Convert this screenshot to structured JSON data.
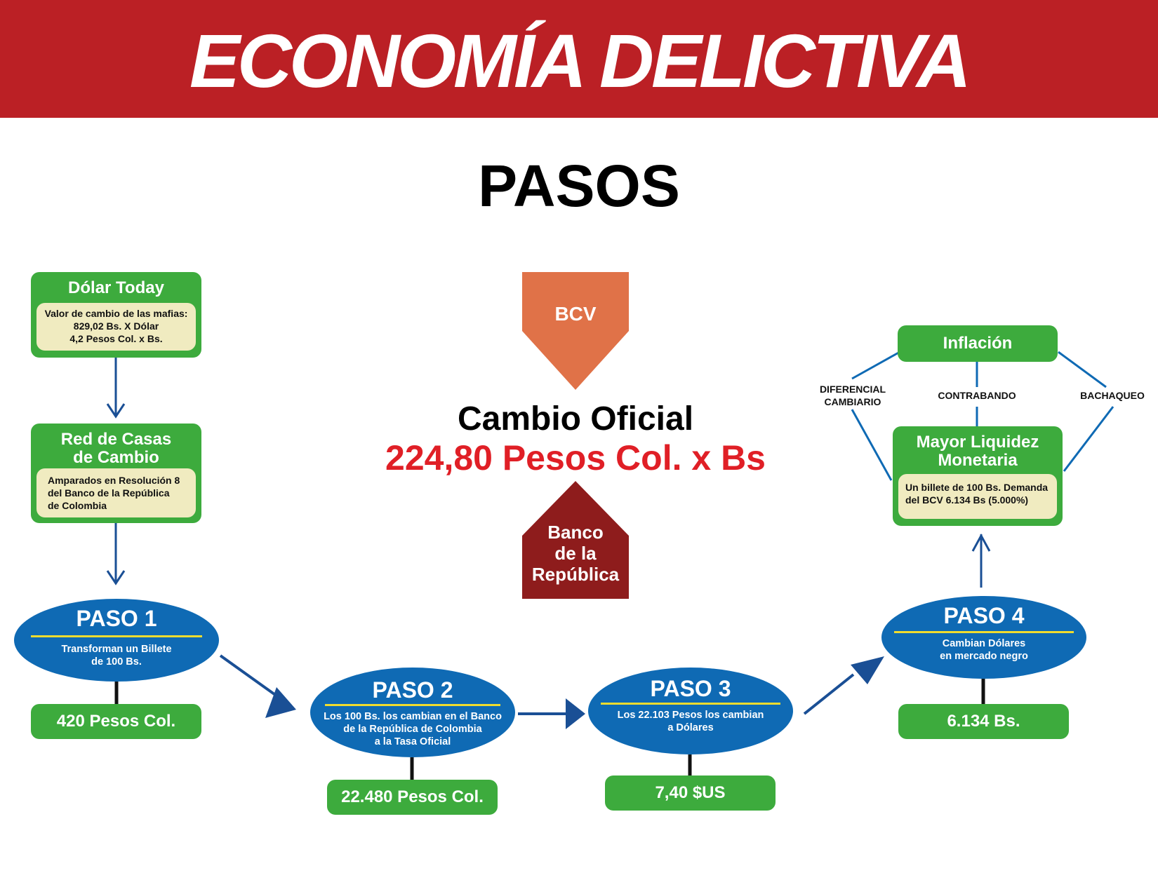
{
  "header": {
    "title": "ECONOMÍA DELICTIVA",
    "subtitle": "PASOS"
  },
  "dolar_today": {
    "title": "Dólar Today",
    "lines": [
      "Valor de cambio de las mafias:",
      "829,02 Bs. X Dólar",
      "4,2 Pesos Col. x Bs."
    ]
  },
  "casas_cambio": {
    "title_line1": "Red de Casas",
    "title_line2": "de Cambio",
    "lines": [
      "Amparados en Resolución 8",
      "del Banco de la República",
      "de Colombia"
    ]
  },
  "bcv": {
    "label": "BCV"
  },
  "cambio_oficial": {
    "title": "Cambio Oficial",
    "rate": "224,80 Pesos Col. x Bs"
  },
  "banco_republica": {
    "lines": [
      "Banco",
      "de la",
      "República"
    ]
  },
  "inflacion": {
    "label": "Inflación"
  },
  "causes": {
    "diferencial": [
      "DIFERENCIAL",
      "CAMBIARIO"
    ],
    "contrabando": "CONTRABANDO",
    "bachaqueo": "BACHAQUEO"
  },
  "liquidez": {
    "title_line1": "Mayor Liquidez",
    "title_line2": "Monetaria",
    "lines": [
      "Un billete de 100 Bs. Demanda",
      "del BCV 6.134 Bs (5.000%)"
    ]
  },
  "steps": [
    {
      "title": "PASO 1",
      "desc": [
        "Transforman un Billete",
        "de 100 Bs."
      ],
      "result": "420 Pesos Col."
    },
    {
      "title": "PASO 2",
      "desc": [
        "Los 100 Bs. los cambian en el Banco",
        "de la República de Colombia",
        "a la Tasa Oficial"
      ],
      "result": "22.480 Pesos Col."
    },
    {
      "title": "PASO 3",
      "desc": [
        "Los 22.103 Pesos los cambian",
        "a Dólares"
      ],
      "result": "7,40 $US"
    },
    {
      "title": "PASO 4",
      "desc": [
        "Cambian Dólares",
        "en mercado negro"
      ],
      "result": "6.134 Bs."
    }
  ],
  "colors": {
    "banner": "#bb2025",
    "green": "#3dab3d",
    "inner_box": "#f0ebc0",
    "blue": "#0f6ab4",
    "yellow_rule": "#f0dc2e",
    "bcv_shape": "#e07248",
    "banco_shape": "#8e1c1c",
    "rate_red": "#e01f26",
    "arrow_blue": "#1a4f95"
  }
}
